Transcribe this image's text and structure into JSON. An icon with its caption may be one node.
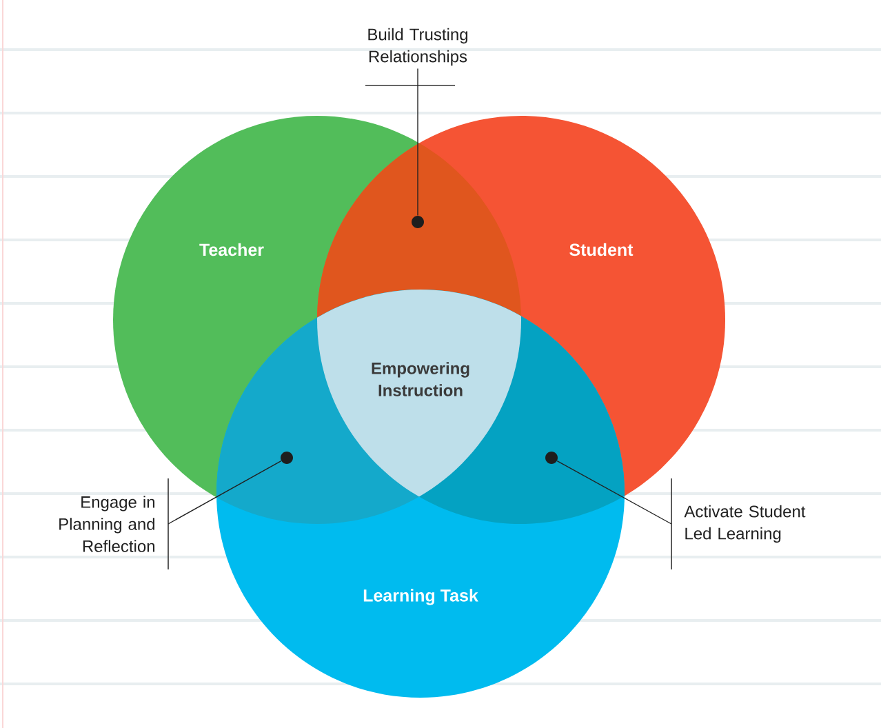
{
  "diagram": {
    "nodes": [
      {
        "text": [
          "Teacher"
        ]
      },
      {
        "text": [
          "Student"
        ]
      },
      {
        "text": [
          "Learning Task"
        ]
      },
      {
        "text": [
          "Empowering Instruction"
        ]
      },
      {
        "text": [
          "Build Trusting Relationships"
        ]
      },
      {
        "text": [
          "Engage in Planning and Reflection"
        ]
      },
      {
        "text": [
          "Activate Student Led Learning"
        ]
      },
      {
        "text": [],
        "shape": "circle"
      },
      {
        "text": [],
        "shape": "circle"
      },
      {
        "text": [],
        "shape": "circle"
      }
    ],
    "edges": [
      {
        "from": 4,
        "to": 7,
        "arrow": "none"
      },
      {
        "from": 5,
        "to": 8,
        "arrow": "none"
      },
      {
        "from": 6,
        "to": 9,
        "arrow": "none"
      }
    ]
  }
}
